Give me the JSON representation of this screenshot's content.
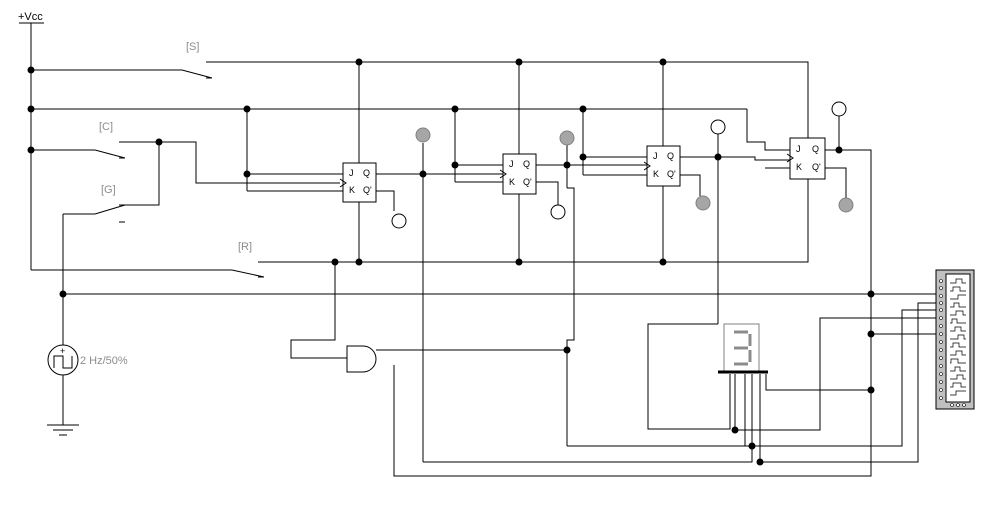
{
  "schematic": {
    "vcc_label": "+Vcc",
    "switches": {
      "s": "[S]",
      "c": "[C]",
      "g": "[G]",
      "r": "[R]"
    },
    "clock_label": "2 Hz/50%",
    "flip_flop_pins": {
      "j": "J",
      "k": "K",
      "q": "Q",
      "qbar": "Q'"
    },
    "probe_colors": {
      "off": "#ffffff",
      "on": "#a6a6a6"
    },
    "display_digit": "3"
  }
}
